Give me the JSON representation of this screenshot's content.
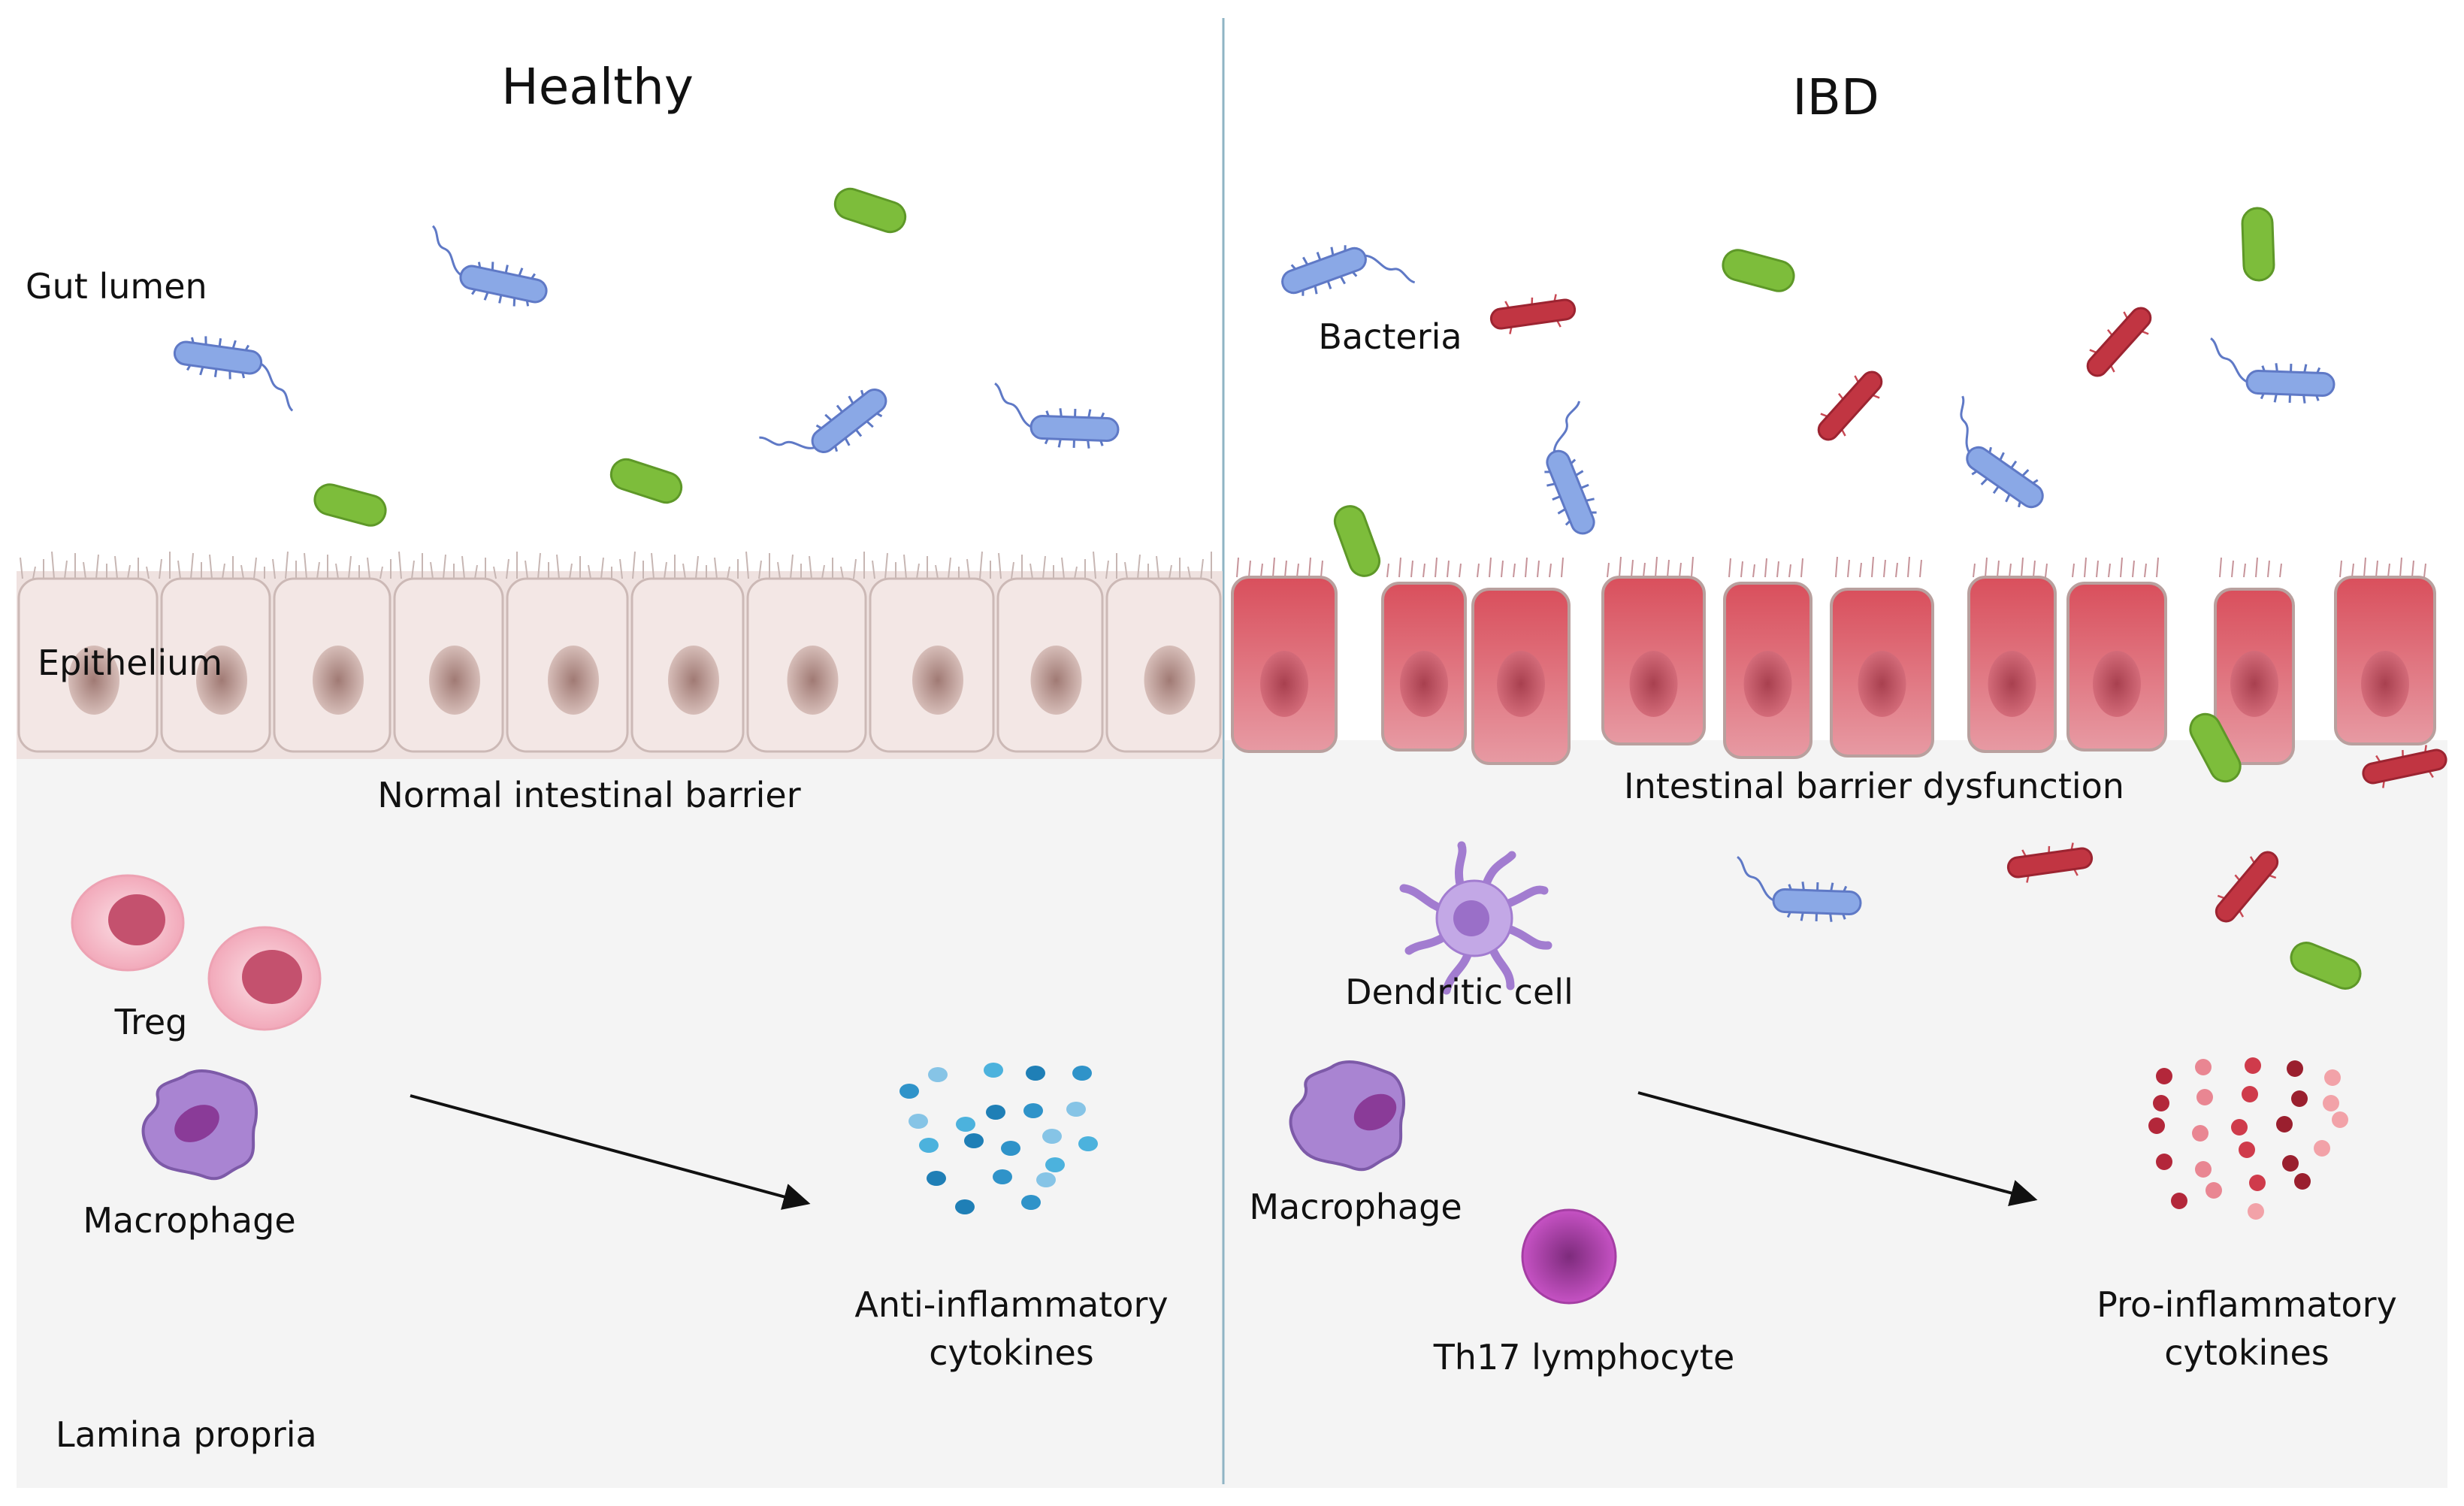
{
  "panels": {
    "healthy": {
      "title": "Healthy",
      "barrier_label": "Normal intestinal barrier",
      "cells": {
        "treg": "Treg",
        "macrophage": "Macrophage"
      },
      "cytokines_line1": "Anti-inflammatory",
      "cytokines_line2": "cytokines"
    },
    "ibd": {
      "title": "IBD",
      "bacteria_label": "Bacteria",
      "barrier_label": "Intestinal barrier dysfunction",
      "cells": {
        "dendritic": "Dendritic cell",
        "macrophage": "Macrophage",
        "th17": "Th17 lymphocyte"
      },
      "cytokines_line1": "Pro-inflammatory",
      "cytokines_line2": "cytokines"
    }
  },
  "region_labels": {
    "lumen": "Gut lumen",
    "epithelium": "Epithelium",
    "lamina": "Lamina propria"
  },
  "colors": {
    "lamina_bg": "#f4f4f4",
    "divider": "#8fb4c4",
    "healthy_epithelium": "#f1e2e0",
    "inflamed_epithelium": "#dc7b85",
    "bacteria_blue": "#7f9de0",
    "bacteria_green": "#79b93a",
    "bacteria_red": "#c23a46",
    "treg": "#f3b7c3",
    "macrophage": "#a984d2",
    "th17": "#bc47b8",
    "anti_cytokine": "#3a9cd0",
    "pro_cytokine": "#c8344a"
  }
}
